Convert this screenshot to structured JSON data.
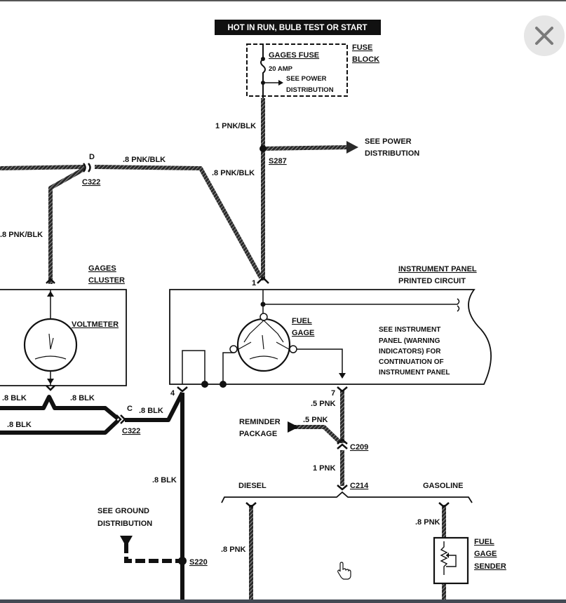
{
  "viewer": {
    "close_icon": "close-icon",
    "cursor_icon": "hand-pointer-icon"
  },
  "diagram": {
    "hot_banner": "HOT IN RUN, BULB TEST OR START",
    "gages_fuse": "GAGES FUSE",
    "fuse_rating": "20 AMP",
    "see_power_1": "SEE POWER",
    "distribution_1": "DISTRIBUTION",
    "fuse_block_1": "FUSE",
    "fuse_block_2": "BLOCK",
    "wire_1pnkblk": "1 PNK/BLK",
    "see_power_2": "SEE POWER",
    "distribution_2": "DISTRIBUTION",
    "s287": "S287",
    "conn_d": "D",
    "c322_top": "C322",
    "wire_8pnkblk_a": ".8 PNK/BLK",
    "wire_8pnkblk_b": ".8 PNK/BLK",
    "wire_8pnkblk_left": ".8 PNK/BLK",
    "gages_cluster_1": "GAGES",
    "gages_cluster_2": "CLUSTER",
    "voltmeter": "VOLTMETER",
    "ip_circuit_1": "INSTRUMENT PANEL",
    "ip_circuit_2": "PRINTED CIRCUIT",
    "pin_1": "1",
    "fuel_gage_1": "FUEL",
    "fuel_gage_2": "GAGE",
    "ip_note_1": "SEE INSTRUMENT",
    "ip_note_2": "PANEL (WARNING",
    "ip_note_3": "INDICATORS) FOR",
    "ip_note_4": "CONTINUATION OF",
    "ip_note_5": "INSTRUMENT PANEL",
    "pin_4": "4",
    "pin_7": "7",
    "wire_8blk_1": ".8 BLK",
    "wire_8blk_2": ".8 BLK",
    "wire_8blk_3": ".8 BLK",
    "wire_8blk_4": ".8 BLK",
    "wire_8blk_5": ".8 BLK",
    "conn_c": "C",
    "c322_bottom": "C322",
    "wire_5pnk_1": ".5 PNK",
    "wire_5pnk_2": ".5 PNK",
    "reminder_1": "REMINDER",
    "reminder_2": "PACKAGE",
    "c209": "C209",
    "wire_1pnk": "1 PNK",
    "c214": "C214",
    "diesel": "DIESEL",
    "gasoline": "GASOLINE",
    "see_ground_1": "SEE GROUND",
    "see_ground_2": "DISTRIBUTION",
    "s220": "S220",
    "wire_8pnk_1": ".8 PNK",
    "wire_8pnk_2": ".8 PNK",
    "sender_1": "FUEL",
    "sender_2": "GAGE",
    "sender_3": "SENDER"
  }
}
